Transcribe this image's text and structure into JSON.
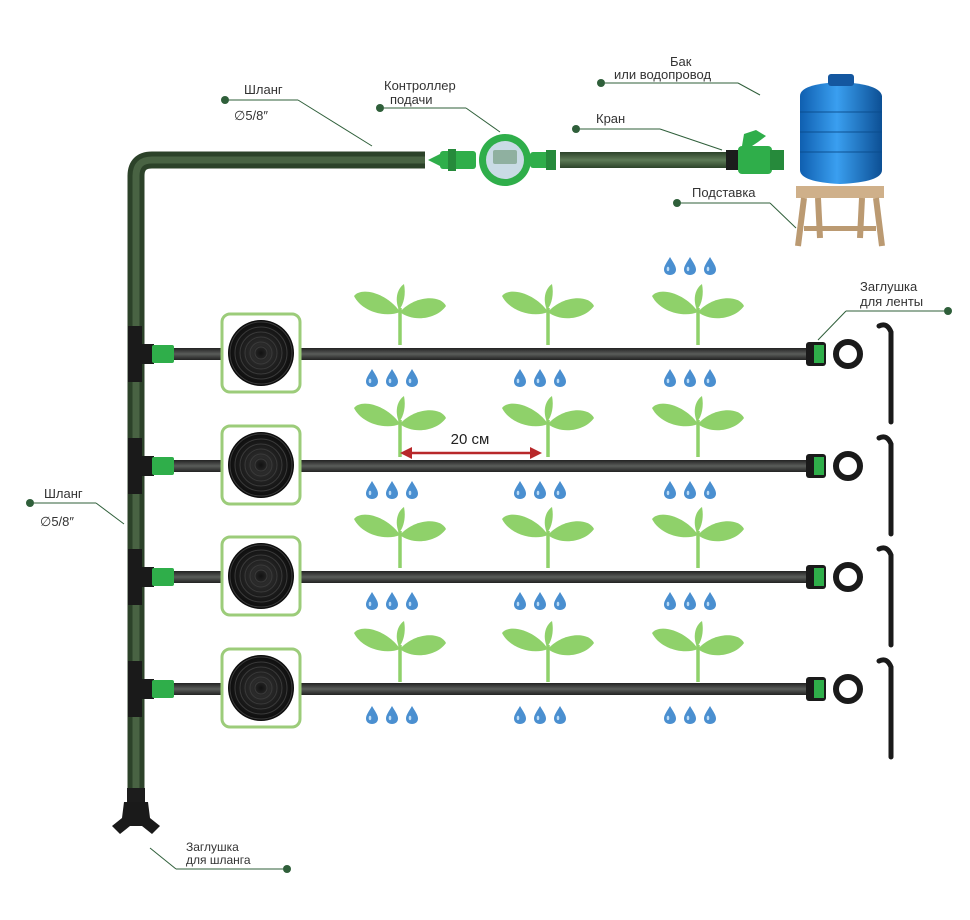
{
  "labels": {
    "hose_top": "Шланг",
    "hose_top_size": "∅5/8″",
    "controller_line1": "Контроллер",
    "controller_line2": "подачи",
    "tank_line1": "Бак",
    "tank_line2": "или водопровод",
    "valve": "Кран",
    "stand": "Подставка",
    "tape_cap_line1": "Заглушка",
    "tape_cap_line2": "для ленты",
    "hose_side": "Шланг",
    "hose_side_size": "∅5/8″",
    "hose_cap_line1": "Заглушка",
    "hose_cap_line2": "для шланга",
    "spacing": "20 см"
  },
  "colors": {
    "hose": "#3f5a3c",
    "tape": "#3a3d3a",
    "plant": "#8fd16a",
    "drop": "#4a8fd0",
    "tank": "#1e7fd6",
    "stand": "#c8ab86",
    "controller": "#2fae4a",
    "arrow": "#b8282a",
    "leader": "#2f5f3a",
    "reel_frame": "#9ccc7a"
  },
  "layout_hint": {
    "rows": 4,
    "plants_per_row": 3
  }
}
